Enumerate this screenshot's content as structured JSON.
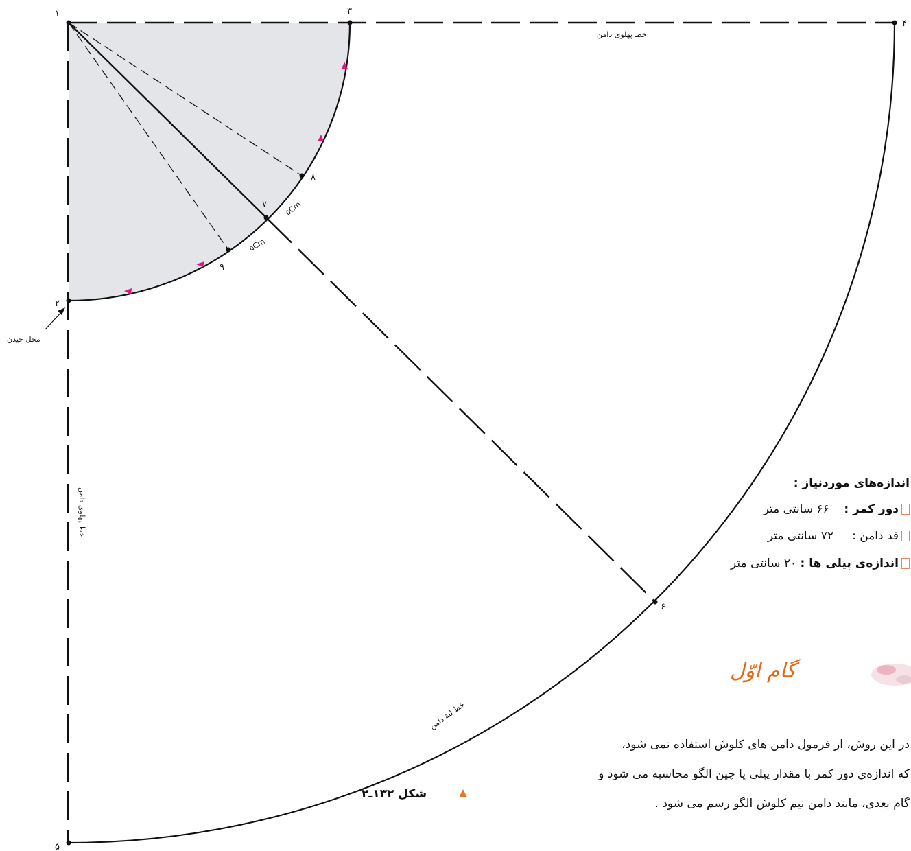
{
  "diagram": {
    "point_labels": {
      "p1": "۱",
      "p2": "۲",
      "p3": "۳",
      "p4": "۴",
      "p5": "۵",
      "p6": "۶",
      "p7": "۷",
      "p8": "۸",
      "p9": "۹"
    },
    "top_side_line": "خط پهلوی دامن",
    "left_side_line": "خط پهلوی دامن",
    "hem_line": "خط لبهٔ دامن",
    "gather_place": "محل چیدن",
    "dim_upper": "۵Cm",
    "dim_lower": "۵Cm",
    "colors": {
      "waist_fill": "#e4e5e8",
      "notch": "#e0157f",
      "accent": "#e87722"
    }
  },
  "measurements": {
    "heading": "اندازه‌های موردنیاز :",
    "rows": [
      {
        "label": "دور کمر :",
        "value": "۶۶ سانتی متر"
      },
      {
        "label": "قد دامن :",
        "value": "۷۲ سانتی متر"
      },
      {
        "label": "اندازه‌ی پیلی ها :",
        "value": "۲۰ سانتی متر"
      }
    ]
  },
  "step_title": "گام اوّل",
  "paragraph": [
    "در این روش، از فرمول دامن های کلوش استفاده  نمی شود،",
    "که اندازه‌ی دور کمر با مقدار پیلی یا چین الگو محاسبه می شود و",
    "گام بعدی، مانند دامن نیم کلوش الگو رسم می شود ."
  ],
  "figure_caption": "شکل ۱۳۲ـ۲"
}
